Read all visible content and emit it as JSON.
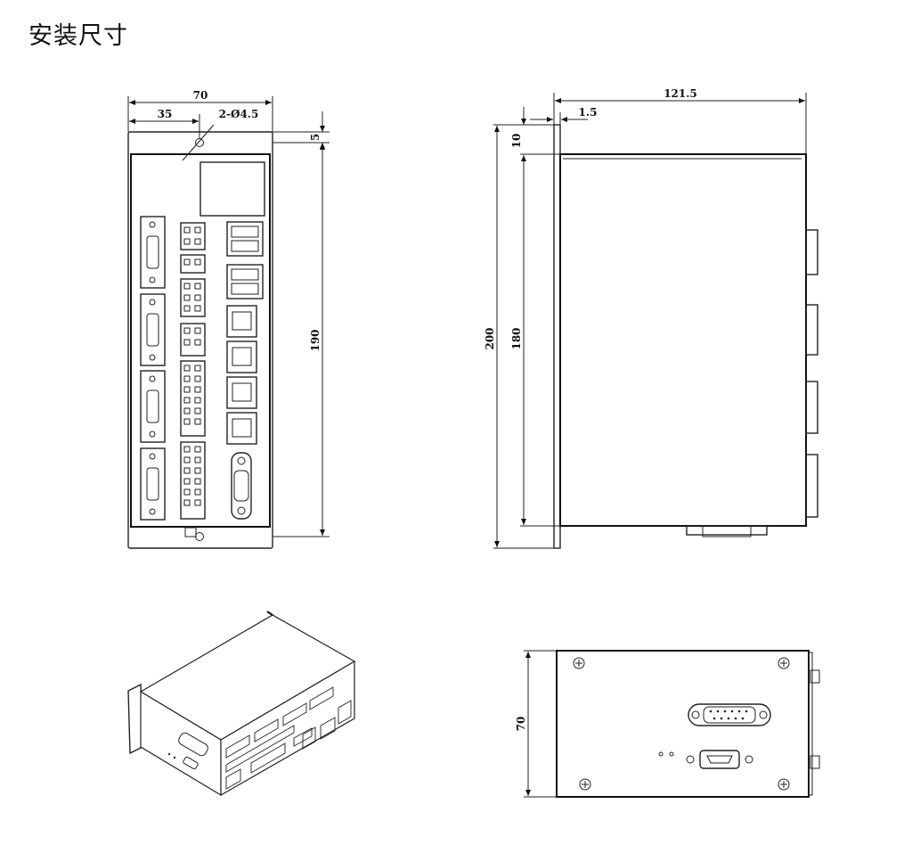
{
  "title": "安装尺寸",
  "front_view": {
    "dim_width": "70",
    "dim_half": "35",
    "dim_hole": "2-Ø4.5",
    "dim_top": "5",
    "dim_height": "190"
  },
  "side_view": {
    "dim_depth": "121.5",
    "dim_flange": "1.5",
    "dim_top": "10",
    "dim_total_height": "200",
    "dim_body_height": "180"
  },
  "bottom_view": {
    "dim_height": "70"
  }
}
